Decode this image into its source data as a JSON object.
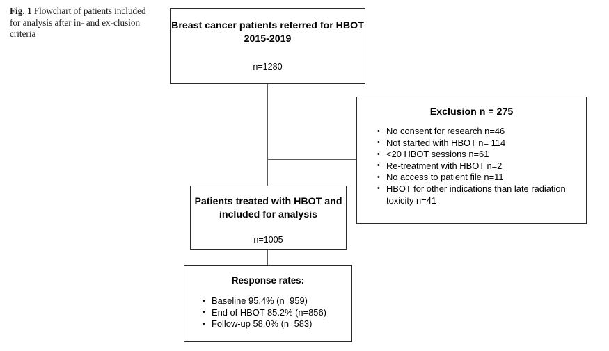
{
  "caption": {
    "fig_label": "Fig. 1",
    "text": "Flowchart of patients included for analysis after in- and ex-clusion criteria"
  },
  "flowchart": {
    "top_box": {
      "title": "Breast cancer patients referred for HBOT 2015-2019",
      "count": "n=1280"
    },
    "exclusion_box": {
      "title": "Exclusion n = 275",
      "items": [
        "No consent for research n=46",
        "Not started with HBOT n= 114",
        "<20 HBOT sessions n=61",
        "Re-treatment with HBOT n=2",
        "No access to patient file n=11",
        "HBOT for other indications than late radiation toxicity n=41"
      ]
    },
    "included_box": {
      "title": "Patients treated with HBOT and included for analysis",
      "count": "n=1005"
    },
    "response_box": {
      "title": "Response rates:",
      "items": [
        "Baseline 95.4% (n=959)",
        "End of HBOT 85.2% (n=856)",
        "Follow-up 58.0% (n=583)"
      ]
    }
  },
  "style": {
    "box_border_color": "#2b2b2b",
    "connector_color": "#5a5a5a",
    "text_color": "#000000",
    "background_color": "#ffffff"
  }
}
